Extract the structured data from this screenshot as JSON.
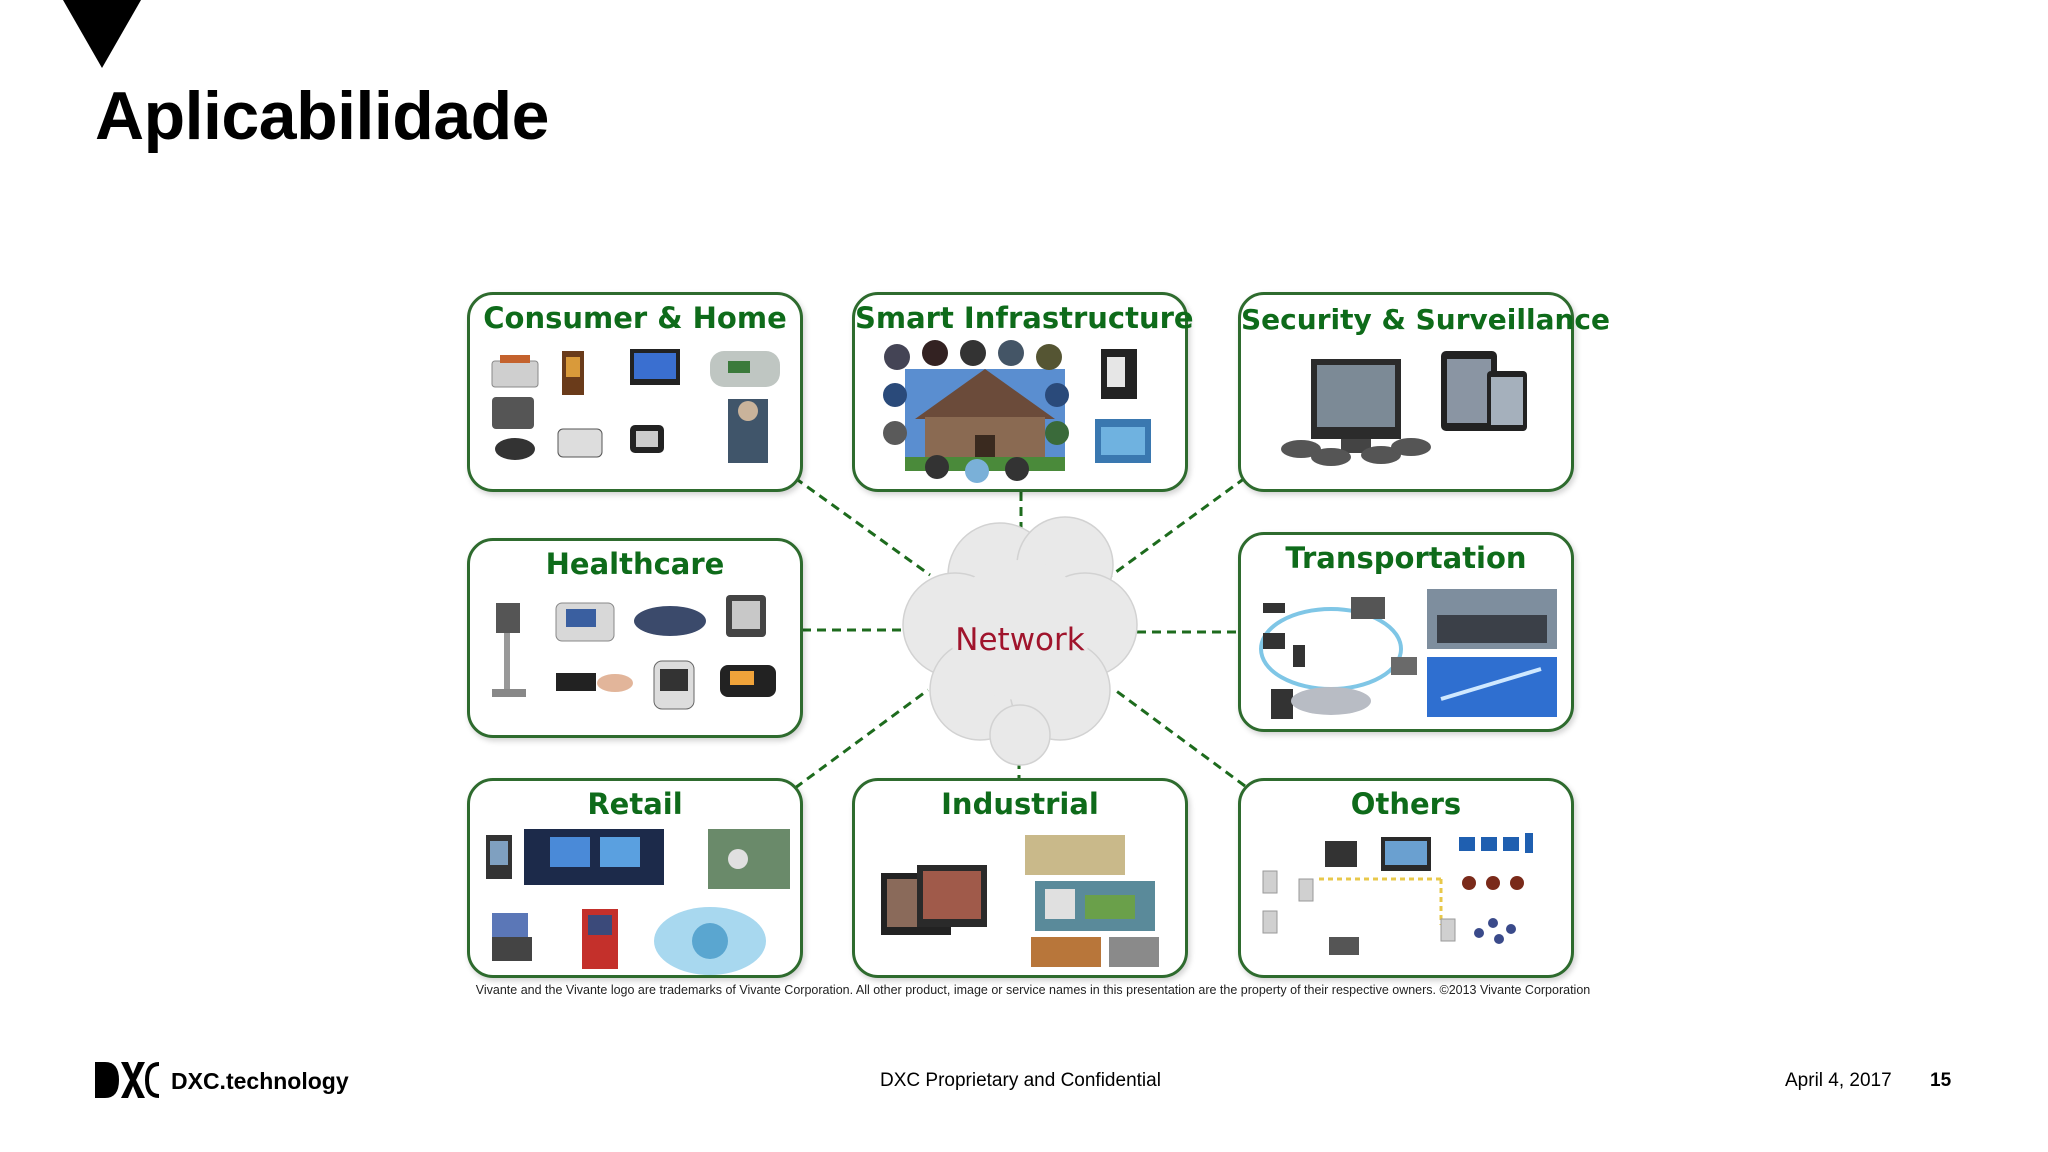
{
  "slide": {
    "title": "Aplicabilidade",
    "network_label": "Network",
    "credit": "Vivante and  the Vivante logo are trademarks of Vivante Corporation. All other product, image or service names in this presentation are the property of their respective owners. ©2013 Vivante Corporation"
  },
  "panels": {
    "consumer_home": "Consumer & Home",
    "smart_infrastructure": "Smart Infrastructure",
    "security_surveillance": "Security & Surveillance",
    "healthcare": "Healthcare",
    "transportation": "Transportation",
    "retail": "Retail",
    "industrial": "Industrial",
    "others": "Others"
  },
  "footer": {
    "brand": "DXC.technology",
    "confidential": "DXC Proprietary and Confidential",
    "date": "April 4, 2017",
    "page_number": "15"
  },
  "colors": {
    "panel_border": "#2e6b2e",
    "panel_title": "#0e6b1a",
    "network_text": "#a0142c",
    "connector": "#1d6b1d"
  }
}
